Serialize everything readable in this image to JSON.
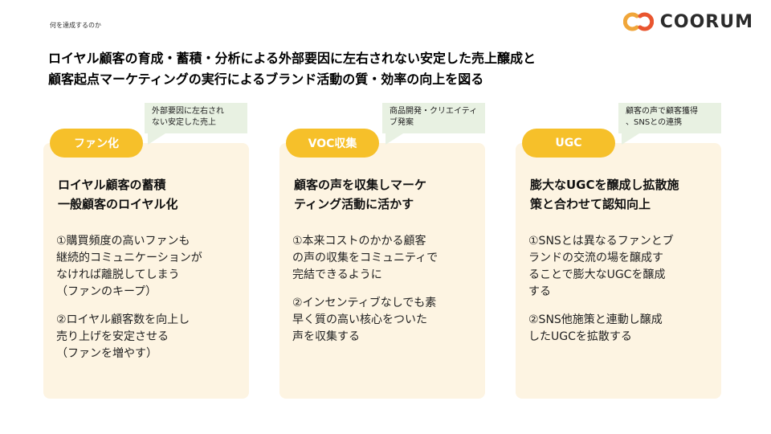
{
  "section_label": "何を達成するのか",
  "logo": {
    "text": "COORUM",
    "icon": "coorum-logo-icon",
    "colors": [
      "#f0a63a",
      "#e9552f"
    ]
  },
  "headline": {
    "line1": "ロイヤル顧客の育成・蓄積・分析による外部要因に左右されない安定した売上醸成と",
    "line2": "顧客起点マーケティングの実行によるブランド活動の質・効率の向上を図る"
  },
  "colors": {
    "pill": "#f6c02a",
    "card": "#fdf4e2",
    "bubble": "#e8f1e2"
  },
  "cards": [
    {
      "pill": "ファン化",
      "bubble": "外部要因に左右され\nない安定した売上",
      "title": "ロイヤル顧客の蓄積\n一般顧客のロイヤル化",
      "paragraphs": [
        "①購買頻度の高いファンも\n継続的コミュニケーションが\nなければ離脱してしまう\n（ファンのキープ）",
        "②ロイヤル顧客数を向上し\n売り上げを安定させる\n（ファンを増やす）"
      ]
    },
    {
      "pill": "VOC収集",
      "bubble": "商品開発・クリエイティ\nブ発案",
      "title": "顧客の声を収集しマーケ\nティング活動に活かす",
      "paragraphs": [
        "①本来コストのかかる顧客\nの声の収集をコミュニティで\n完結できるように",
        "②インセンティブなしでも素\n早く質の高い核心をついた\n声を収集する"
      ]
    },
    {
      "pill": "UGC",
      "bubble": "顧客の声で顧客獲得\n、SNSとの連携",
      "title": "膨大なUGCを醸成し拡散施\n策と合わせて認知向上",
      "paragraphs": [
        "①SNSとは異なるファンとブ\nランドの交流の場を醸成す\nることで膨大なUGCを醸成\nする",
        "②SNS他施策と連動し醸成\nしたUGCを拡散する"
      ]
    }
  ]
}
